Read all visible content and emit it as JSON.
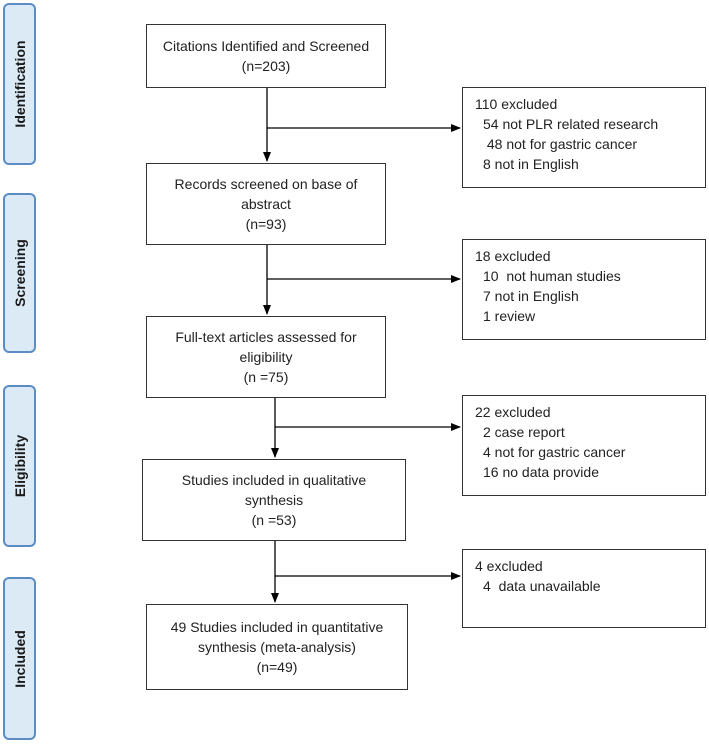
{
  "phases": [
    "Identification",
    "Screening",
    "Eligibility",
    "Included"
  ],
  "main_boxes": [
    {
      "lines": [
        "Citations Identified and Screened",
        "(n=203)"
      ]
    },
    {
      "lines": [
        "Records screened on base of",
        "abstract",
        "(n=93)"
      ]
    },
    {
      "lines": [
        "Full-text articles assessed for",
        "eligibility",
        "(n =75)"
      ]
    },
    {
      "lines": [
        "Studies included in qualitative",
        "synthesis",
        "(n =53)"
      ]
    },
    {
      "lines": [
        "49 Studies included in quantitative",
        "synthesis (meta-analysis)",
        "(n=49)"
      ]
    }
  ],
  "exclusions": [
    {
      "title": "110 excluded",
      "items": [
        "54 not PLR related research",
        " 48 not for gastric cancer",
        "8 not in English"
      ]
    },
    {
      "title": "18 excluded",
      "items": [
        "10  not human studies",
        "7 not in English",
        "1 review"
      ]
    },
    {
      "title": "22 excluded",
      "items": [
        "2 case report",
        "4 not for gastric cancer",
        "16 no data provide"
      ]
    },
    {
      "title": "4 excluded",
      "items": [
        "4  data unavailable"
      ]
    }
  ]
}
